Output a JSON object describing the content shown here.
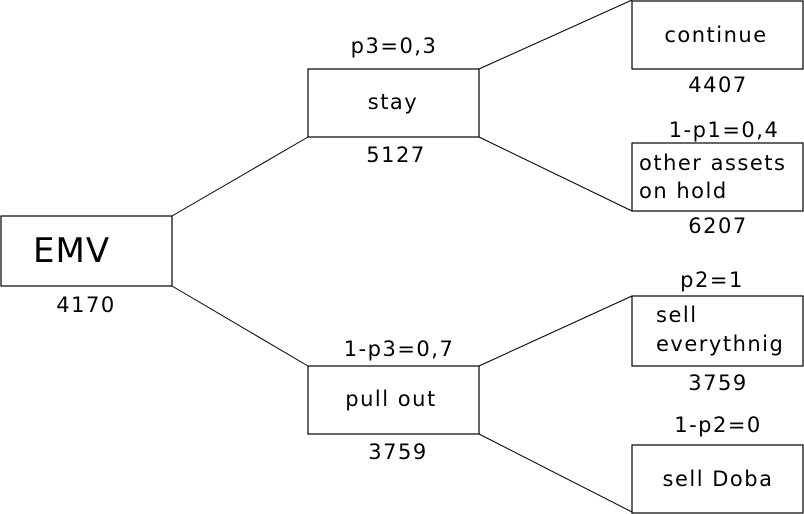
{
  "nodes": {
    "root": {
      "label": "EMV",
      "value": "4170"
    },
    "stay": {
      "label": "stay",
      "value": "5127",
      "probability": "p3=0,3"
    },
    "pull_out": {
      "label": "pull out",
      "value": "3759",
      "probability": "1-p3=0,7"
    },
    "continue": {
      "label": "continue",
      "value": "4407"
    },
    "other_assets": {
      "label_line1": "other assets",
      "label_line2": "on hold",
      "value": "6207",
      "probability": "1-p1=0,4"
    },
    "sell_everything": {
      "label_line1": "sell",
      "label_line2": "everythnig",
      "value": "3759",
      "probability": "p2=1"
    },
    "sell_doba": {
      "label": "sell Doba",
      "probability": "1-p2=0"
    }
  }
}
